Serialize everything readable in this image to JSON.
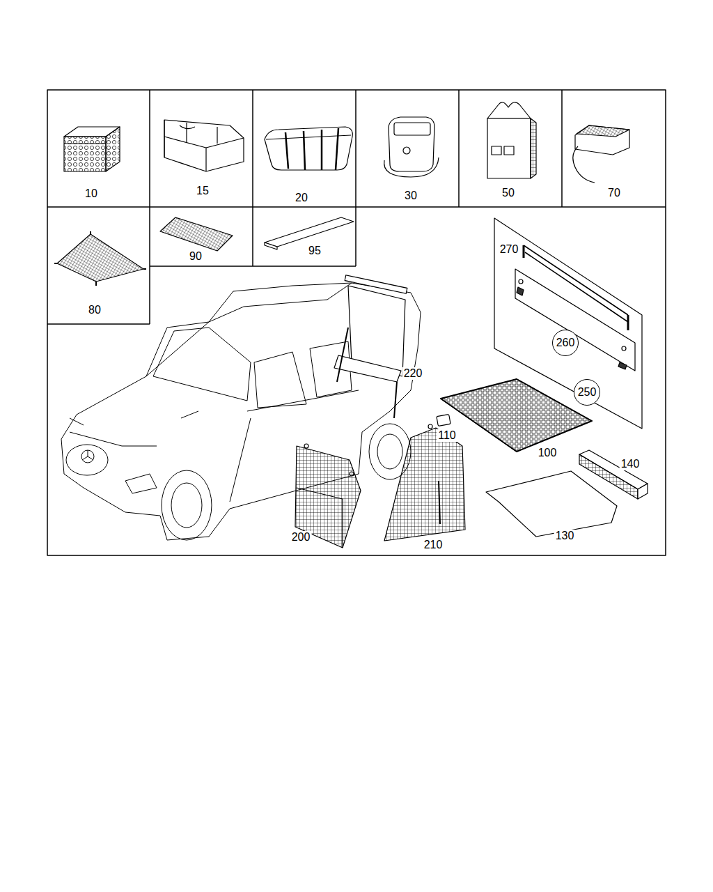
{
  "diagram": {
    "nodes": [
      {
        "text": [
          "260"
        ]
      },
      {
        "text": [
          "250"
        ]
      }
    ],
    "labels": [
      "10",
      "15",
      "20",
      "30",
      "50",
      "70",
      "80",
      "90",
      "95",
      "270",
      "220",
      "110",
      "100",
      "140",
      "130",
      "200",
      "210"
    ]
  }
}
